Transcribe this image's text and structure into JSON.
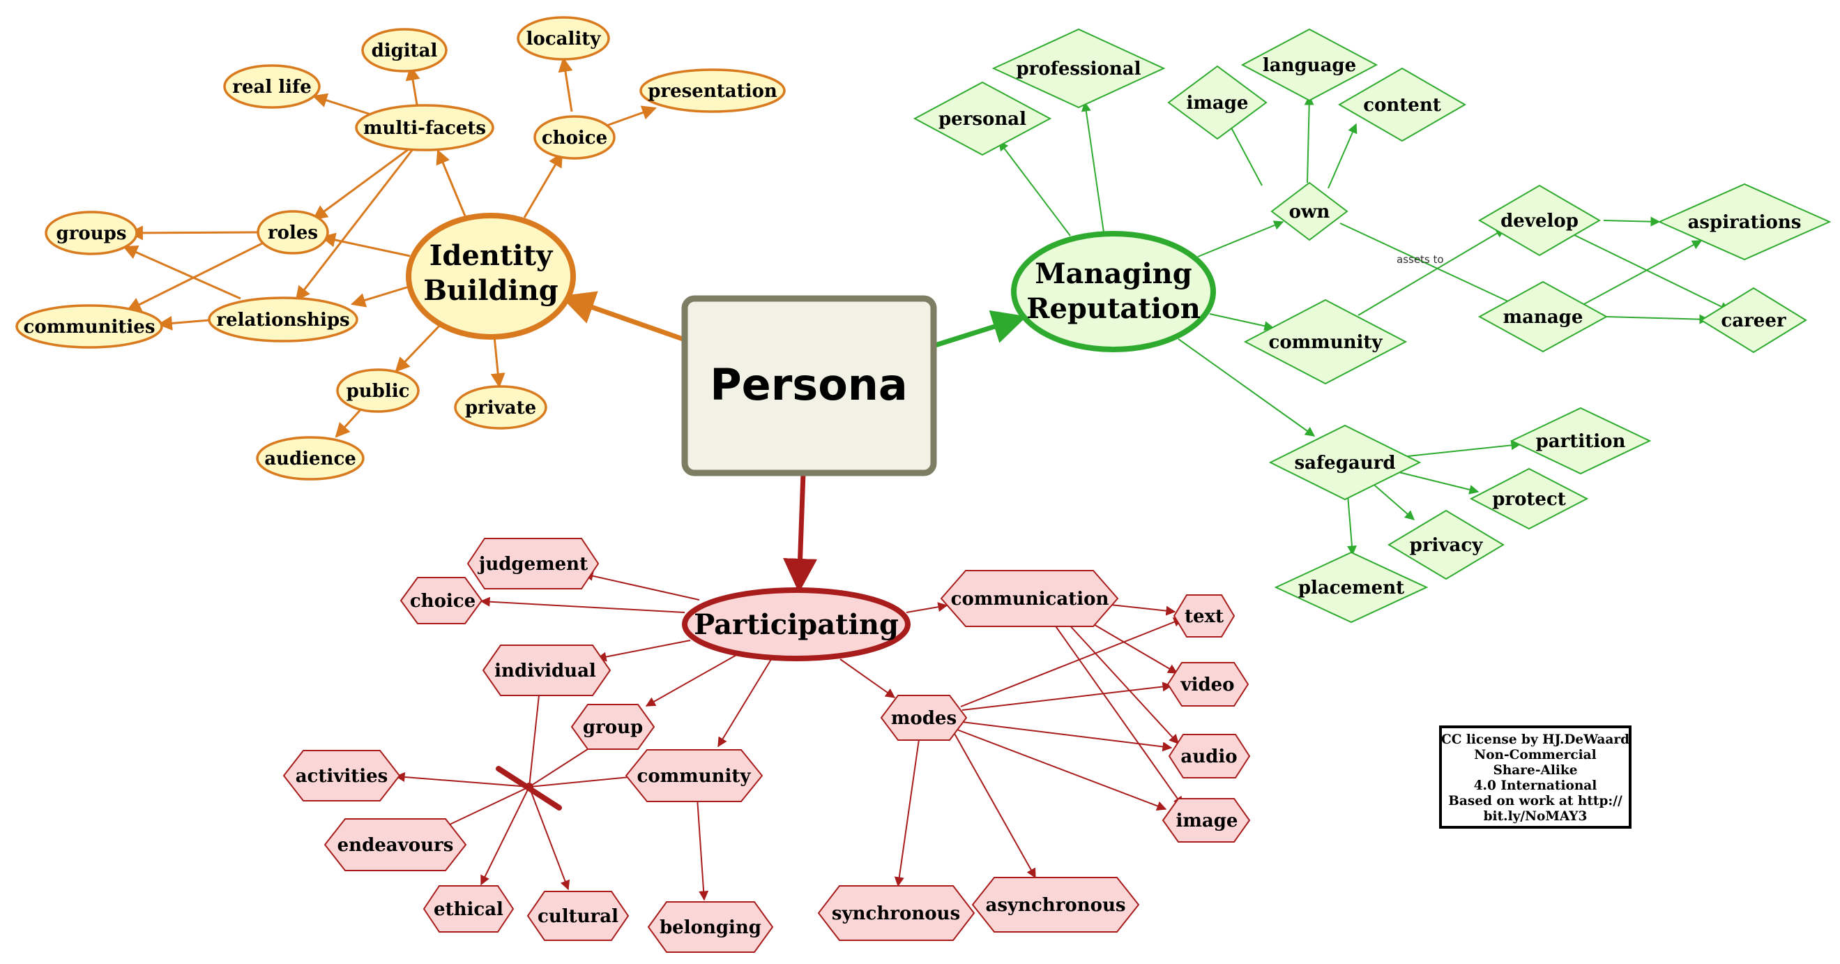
{
  "colors": {
    "identity_stroke": "#d97a1f",
    "identity_fill": "#fff8c4",
    "reputation_stroke": "#2eaa2e",
    "reputation_fill": "#eafbd9",
    "participating_stroke": "#a81c1c",
    "participating_fill": "#fbd6d6",
    "central_stroke": "#7d7d64",
    "central_fill": "#f1f2e5",
    "cross": "#a81c1c"
  },
  "central": {
    "label": "Persona"
  },
  "identity": {
    "hub": {
      "line1": "Identity",
      "line2": "Building"
    },
    "nodes": {
      "digital": "digital",
      "real_life": "real life",
      "multi_facets": "multi-facets",
      "locality": "locality",
      "presentation": "presentation",
      "choice": "choice",
      "groups": "groups",
      "roles": "roles",
      "communities": "communities",
      "relationships": "relationships",
      "public": "public",
      "private": "private",
      "audience": "audience"
    }
  },
  "reputation": {
    "hub": {
      "line1": "Managing",
      "line2": "Reputation"
    },
    "nodes": {
      "professional": "professional",
      "personal": "personal",
      "language": "language",
      "image": "image",
      "content": "content",
      "own": "own",
      "develop": "develop",
      "aspirations": "aspirations",
      "community": "community",
      "manage": "manage",
      "career": "career",
      "safegaurd": "safegaurd",
      "partition": "partition",
      "protect": "protect",
      "privacy": "privacy",
      "placement": "placement"
    },
    "edge_label": "assets to"
  },
  "participating": {
    "hub": {
      "label": "Participating"
    },
    "nodes": {
      "judgement": "judgement",
      "choice": "choice",
      "individual": "individual",
      "group": "group",
      "community": "community",
      "activities": "activities",
      "endeavours": "endeavours",
      "ethical": "ethical",
      "cultural": "cultural",
      "belonging": "belonging",
      "communication": "communication",
      "modes": "modes",
      "text": "text",
      "video": "video",
      "audio": "audio",
      "image": "image",
      "synchronous": "synchronous",
      "asynchronous": "asynchronous"
    }
  },
  "license": {
    "lines": [
      "CC license by HJ.DeWaard",
      "Non-Commercial",
      "Share-Alike",
      "4.0 International",
      "Based on work at http://",
      "bit.ly/NoMAY3"
    ]
  }
}
